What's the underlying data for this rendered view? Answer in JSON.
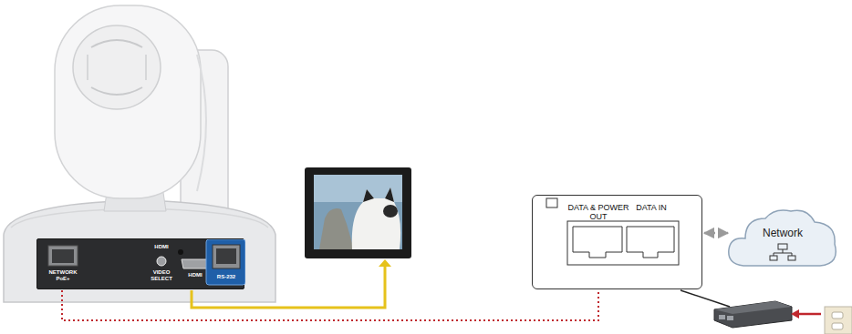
{
  "diagram": {
    "nodes": [
      {
        "text": [
          "NETWORK PoE+",
          "HDMI",
          "VIDEO SELECT",
          "HDMI",
          "RS-232"
        ]
      },
      {
        "text": [
          "DATA & POWER OUT",
          "DATA IN"
        ]
      },
      {
        "text": [
          "Network"
        ]
      }
    ],
    "edges": [
      {
        "from": 0,
        "to": 1,
        "arrow": "none"
      },
      {
        "from": 1,
        "to": 2,
        "arrow": "both"
      }
    ]
  }
}
